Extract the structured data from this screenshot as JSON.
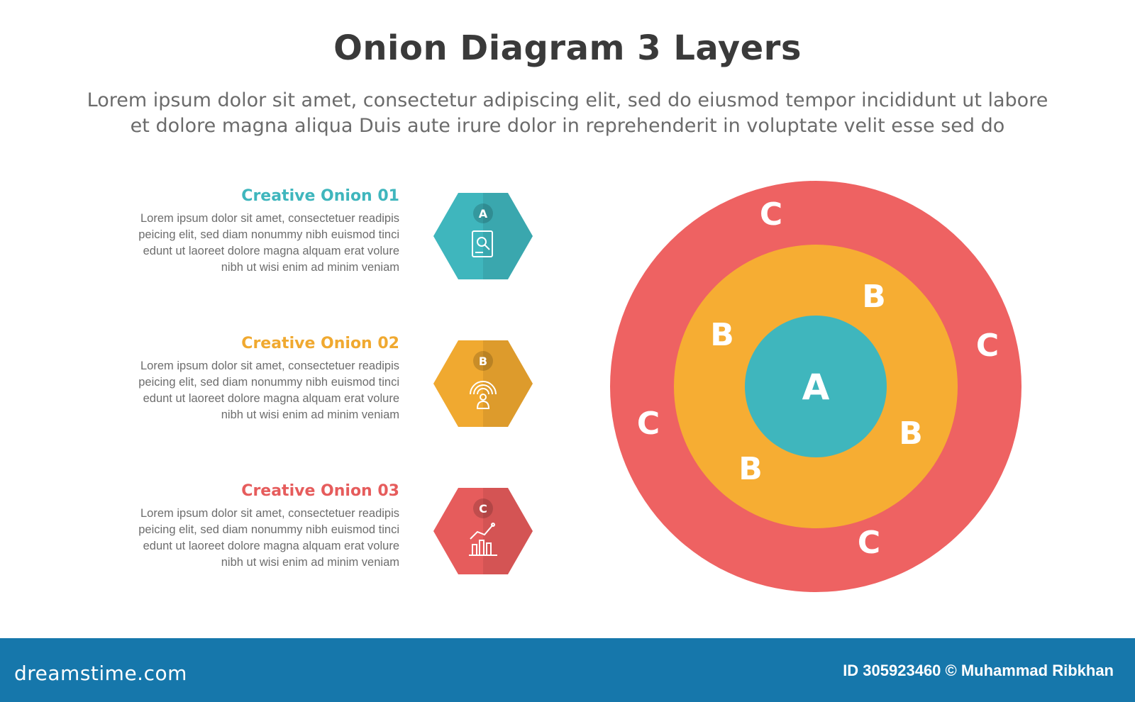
{
  "header": {
    "title": "Onion Diagram 3 Layers",
    "subtitle_lines": [
      "Lorem ipsum dolor sit amet, consectetur adipiscing elit, sed do eiusmod tempor incididunt ut labore",
      "et dolore magna aliqua Duis aute irure dolor in reprehenderit in voluptate velit esse sed do"
    ]
  },
  "items": [
    {
      "title": "Creative Onion 01",
      "color": "#3fb6bd",
      "letter": "A",
      "icon": "document-search-icon",
      "desc_lines": [
        "Lorem ipsum dolor sit amet, consectetuer readipis",
        "peicing elit, sed diam nonummy nibh euismod tinci",
        "edunt ut laoreet dolore magna alquam erat volure",
        "nibh ut wisi enim ad minim veniam"
      ]
    },
    {
      "title": "Creative Onion 02",
      "color": "#f0a930",
      "letter": "B",
      "icon": "broadcast-user-icon",
      "desc_lines": [
        "Lorem ipsum dolor sit amet, consectetuer readipis",
        "peicing elit, sed diam nonummy nibh euismod tinci",
        "edunt ut laoreet dolore magna alquam erat volure",
        "nibh ut wisi enim ad minim veniam"
      ]
    },
    {
      "title": "Creative Onion 03",
      "color": "#e65c5c",
      "letter": "C",
      "icon": "bar-chart-icon",
      "desc_lines": [
        "Lorem ipsum dolor sit amet, consectetuer readipis",
        "peicing elit, sed diam nonummy nibh euismod tinci",
        "edunt ut laoreet dolore magna alquam erat volure",
        "nibh ut wisi enim ad minim veniam"
      ]
    }
  ],
  "onion": {
    "outer_color": "#ee6262",
    "middle_color": "#f6ad33",
    "inner_color": "#3fb6bd",
    "inner_label": "A",
    "middle_labels": [
      "B",
      "B",
      "B",
      "B"
    ],
    "outer_labels": [
      "C",
      "C",
      "C",
      "C"
    ]
  },
  "footer": {
    "brand": "dreamstime.com",
    "credit": "ID 305923460 © Muhammad Ribkhan"
  }
}
